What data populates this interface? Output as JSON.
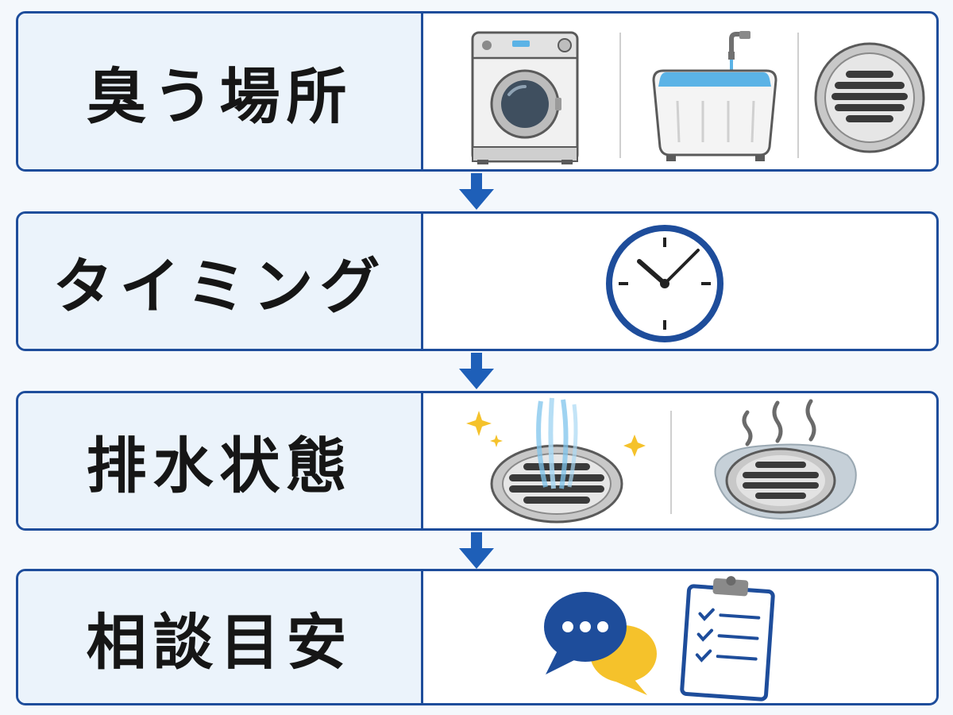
{
  "rows": [
    {
      "label": "臭う場所",
      "icons": [
        "washing-machine-icon",
        "bathtub-icon",
        "floor-drain-icon"
      ]
    },
    {
      "label": "タイミング",
      "icons": [
        "clock-icon"
      ]
    },
    {
      "label": "排水状態",
      "icons": [
        "clean-flowing-drain-icon",
        "smelly-clogged-drain-icon"
      ]
    },
    {
      "label": "相談目安",
      "icons": [
        "chat-bubbles-icon",
        "checklist-clipboard-icon"
      ]
    }
  ],
  "colors": {
    "border": "#1e4d9b",
    "label_background": "#ebf3fb",
    "page_background": "#f4f8fc",
    "arrow": "#1e5fb8",
    "accent_yellow": "#f5c22b",
    "water_blue": "#7fc4ec"
  }
}
